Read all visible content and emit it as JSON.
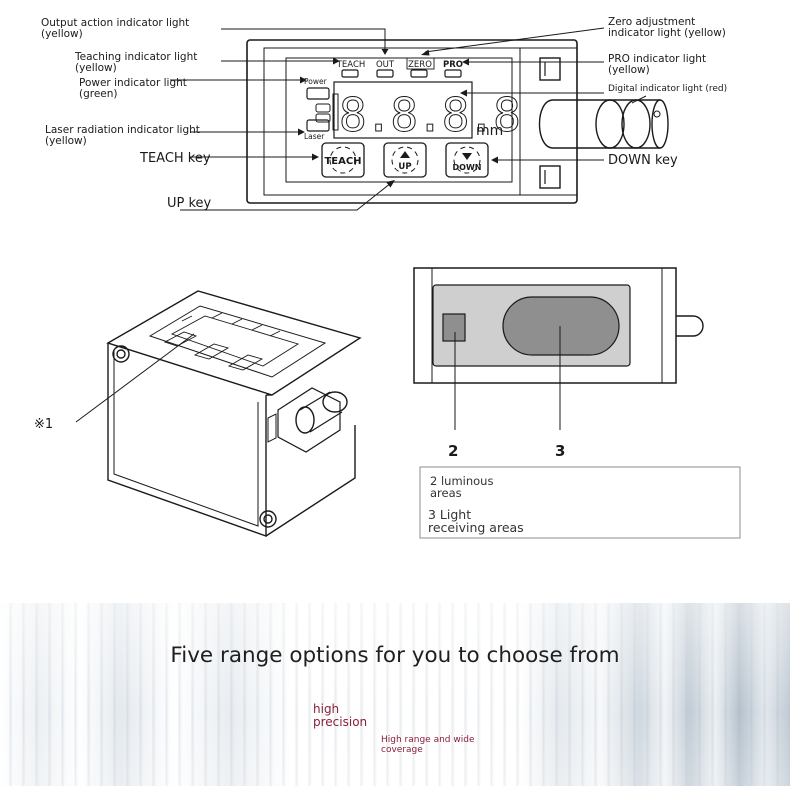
{
  "callouts": {
    "output_light": [
      "Output action indicator light",
      "(yellow)"
    ],
    "teaching_light": [
      "Teaching indicator light",
      "(yellow)"
    ],
    "power_light": [
      "Power indicator light",
      "(green)"
    ],
    "laser_light": [
      "Laser radiation indicator light",
      "(yellow)"
    ],
    "teach_key": "TEACH key",
    "up_key": "UP key",
    "zero_light": [
      "Zero adjustment",
      "indicator light (yellow)"
    ],
    "pro_light": [
      "PRO indicator light",
      "(yellow)"
    ],
    "digital_light": "Digital indicator light (red)",
    "down_key": "DOWN key"
  },
  "panel": {
    "teach_label": "TEACH",
    "out_label": "OUT",
    "zero_label": "ZERO",
    "pro_label": "PRO",
    "power_label": "Power",
    "laser_label": "Laser",
    "digits": "8.8.8.8",
    "unit": "mm",
    "teach_btn": "TEACH",
    "up_btn": "UP",
    "down_btn": "DOWN"
  },
  "figure_1": {
    "marker": "※1"
  },
  "figure_2": {
    "num_2": "2",
    "num_3": "3",
    "legend": [
      [
        "2 luminous",
        "areas"
      ],
      [
        "3 Light",
        "receiving areas"
      ]
    ]
  },
  "banner": {
    "title": "Five range options for you to choose from",
    "high_precision": "high precision",
    "high_range": "High range and wide coverage"
  },
  "colors": {
    "line": "#1a1a1a",
    "accent_text": "#8a1f3a",
    "window_gray": "#cfcfcf",
    "lens_gray": "#8f8f8f"
  }
}
